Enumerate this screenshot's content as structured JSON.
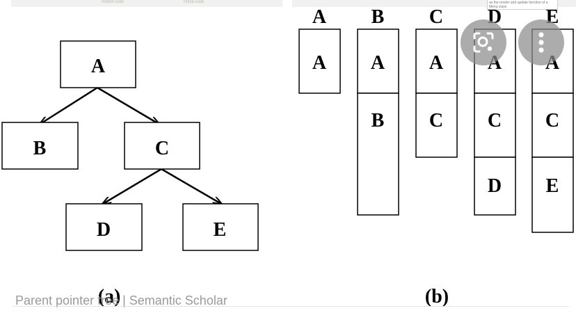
{
  "top_strip": {
    "left_text": "Ronnit code",
    "right_text": "Pizza code"
  },
  "tooltip_text": "as the render and update function of a Menu class",
  "tree": {
    "caption": "(a)",
    "nodes": {
      "a": "A",
      "b": "B",
      "c": "C",
      "d": "D",
      "e": "E"
    }
  },
  "stacks": {
    "caption": "(b)",
    "columns": [
      {
        "header": "A",
        "cells": [
          "A"
        ]
      },
      {
        "header": "B",
        "cells": [
          "A",
          "B",
          ""
        ]
      },
      {
        "header": "C",
        "cells": [
          "A",
          "C"
        ]
      },
      {
        "header": "D",
        "cells": [
          "A",
          "C",
          "D"
        ]
      },
      {
        "header": "E",
        "cells": [
          "A",
          "C",
          "E"
        ]
      }
    ]
  },
  "footer_ghost_text": "Parent pointer tree | Semantic Scholar",
  "overlay": {
    "lens_icon": "lens-search-icon",
    "more_icon": "more-vert-icon"
  }
}
